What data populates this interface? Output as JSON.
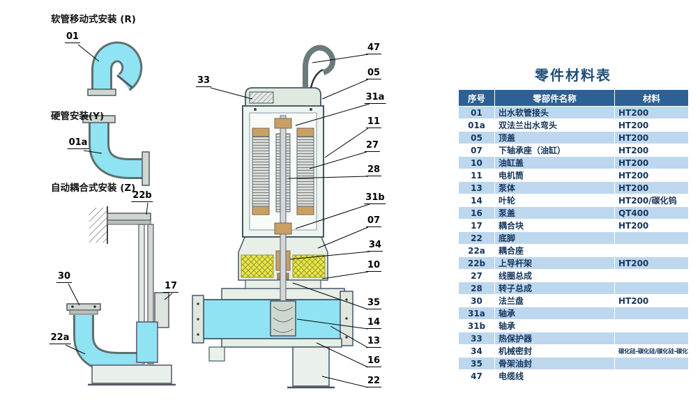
{
  "titles": {
    "hose_install": "软管移动式安装 (R)",
    "hard_pipe_install": "硬管安装(Y)",
    "auto_coupling_install": "自动耦合式安装 (Z)"
  },
  "diagram_labels": {
    "hose": "01",
    "hard_pipe": "01a",
    "guide_bracket": "22b",
    "flange": "30",
    "coupling_block": "17",
    "coupling_seat": "22a",
    "thermal_protector": "33"
  },
  "callouts_right": [
    "47",
    "05",
    "31a",
    "11",
    "27",
    "28",
    "31b",
    "07",
    "34",
    "10",
    "35",
    "14",
    "13",
    "16",
    "22"
  ],
  "table": {
    "title": "零件材料表",
    "headers": [
      "序号",
      "零部件名称",
      "材料"
    ],
    "rows": [
      [
        "01",
        "出水软管接头",
        "HT200"
      ],
      [
        "01a",
        "双法兰出水弯头",
        "HT200"
      ],
      [
        "05",
        "顶盖",
        "HT200"
      ],
      [
        "07",
        "下轴承座（油缸）",
        "HT200"
      ],
      [
        "10",
        "油缸盖",
        "HT200"
      ],
      [
        "11",
        "电机筒",
        "HT200"
      ],
      [
        "13",
        "泵体",
        "HT200"
      ],
      [
        "14",
        "叶轮",
        "HT200/碳化钨"
      ],
      [
        "16",
        "泵盖",
        "QT400"
      ],
      [
        "17",
        "耦合块",
        "HT200"
      ],
      [
        "22",
        "底脚",
        ""
      ],
      [
        "22a",
        "耦合座",
        ""
      ],
      [
        "22b",
        "上导杆架",
        "HT200"
      ],
      [
        "27",
        "线圈总成",
        ""
      ],
      [
        "28",
        "转子总成",
        ""
      ],
      [
        "30",
        "法兰盘",
        "HT200"
      ],
      [
        "31a",
        "轴承",
        ""
      ],
      [
        "31b",
        "轴承",
        ""
      ],
      [
        "33",
        "热保护器",
        ""
      ],
      [
        "34",
        "机械密封",
        "碳化硅-碳化硅/碳化硅-碳化硅"
      ],
      [
        "35",
        "骨架油封",
        ""
      ],
      [
        "47",
        "电缆线",
        ""
      ]
    ]
  }
}
